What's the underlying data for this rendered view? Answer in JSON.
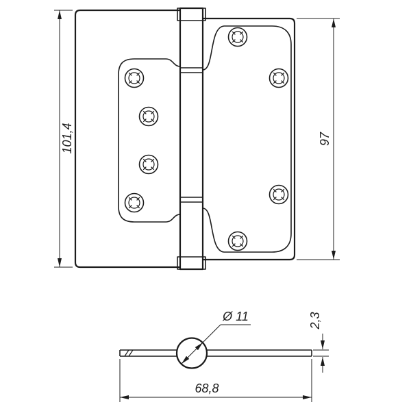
{
  "drawing": {
    "colors": {
      "line": "#1c1c1c",
      "background": "#ffffff"
    },
    "front_view": {
      "dim_left_height": "101,4",
      "dim_right_height": "97"
    },
    "profile_view": {
      "dim_pin_diameter": "Ø 11",
      "dim_leaf_thickness": "2,3",
      "dim_profile_length": "68,8"
    }
  }
}
